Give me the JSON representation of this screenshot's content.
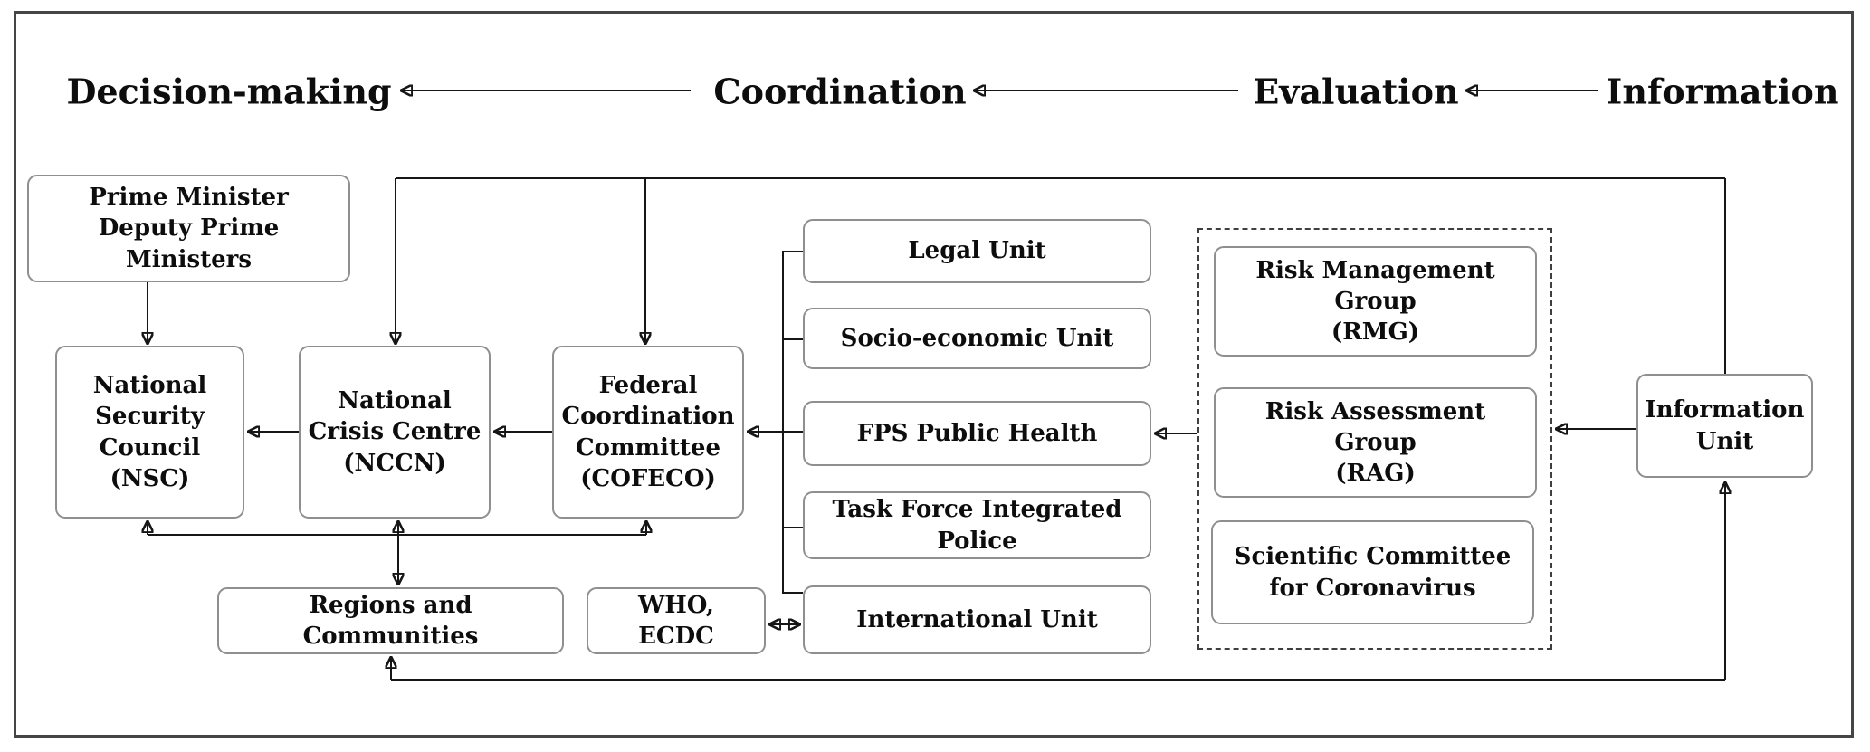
{
  "header": {
    "decision_making": "Decision-making",
    "coordination": "Coordination",
    "evaluation": "Evaluation",
    "information": "Information"
  },
  "nodes": {
    "prime_minister": "Prime Minister\nDeputy Prime\nMinisters",
    "nsc": "National\nSecurity\nCouncil\n(NSC)",
    "nccn": "National\nCrisis Centre\n(NCCN)",
    "cofeco": "Federal\nCoordination\nCommittee\n(COFECO)",
    "legal_unit": "Legal Unit",
    "socio_economic_unit": "Socio-economic Unit",
    "fps_public_health": "FPS Public Health",
    "task_force_police": "Task Force Integrated\nPolice",
    "international_unit": "International Unit",
    "rmg": "Risk Management\nGroup\n(RMG)",
    "rag": "Risk Assessment\nGroup\n(RAG)",
    "scientific_committee": "Scientific Committee\nfor Coronavirus",
    "information_unit": "Information\nUnit",
    "regions_communities": "Regions and\nCommunities",
    "who_ecdc": "WHO,\nECDC"
  },
  "colors": {
    "text": "#0d0d0d",
    "box_border": "#8f8f8f",
    "dashed_border": "#3f3f3f",
    "connector": "#161616",
    "frame_border": "#454545",
    "background": "#ffffff"
  }
}
